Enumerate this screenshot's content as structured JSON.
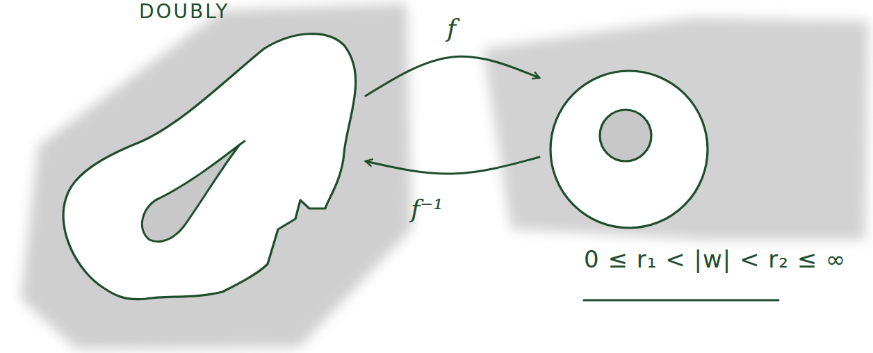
{
  "diagram": {
    "nodes": [
      {
        "text": [
          "DOUBLY"
        ]
      },
      {
        "text": [
          "0 ≤ r₁ < |w| < r₂ ≤ ∞"
        ]
      }
    ],
    "edges": [
      {
        "from": 0,
        "to": 1,
        "label": "f",
        "arrow": "to"
      },
      {
        "from": 1,
        "to": 0,
        "label": "f⁻¹",
        "arrow": "to"
      }
    ]
  }
}
